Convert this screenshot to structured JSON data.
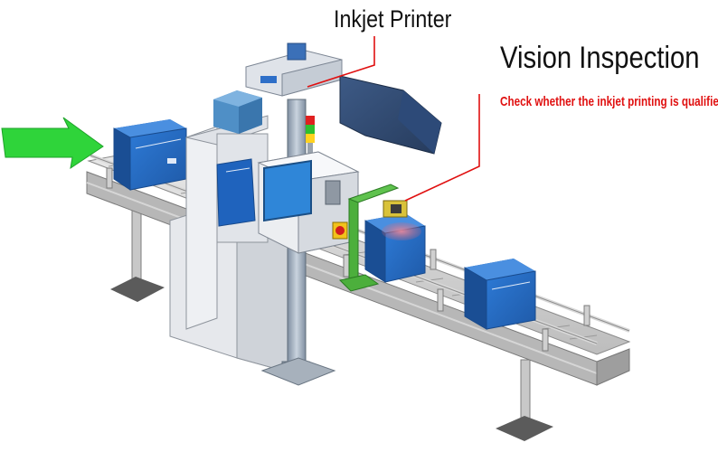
{
  "labels": {
    "printer": "Inkjet Printer",
    "vision_title": "Vision Inspection",
    "vision_note": "Check whether the inkjet printing is qualified"
  },
  "colors": {
    "arrow": "#2fd43a",
    "box": "#2a6fc9",
    "conveyor": "#c9c9c9",
    "frame": "#e4e6ea",
    "screen": "#2f86d8",
    "bracket": "#4caf3c",
    "leader_line": "#e01010",
    "inspection_light": "#d86a7a"
  },
  "icons": [
    "direction-arrow-icon",
    "signal-tower-icon",
    "emergency-stop-icon"
  ]
}
